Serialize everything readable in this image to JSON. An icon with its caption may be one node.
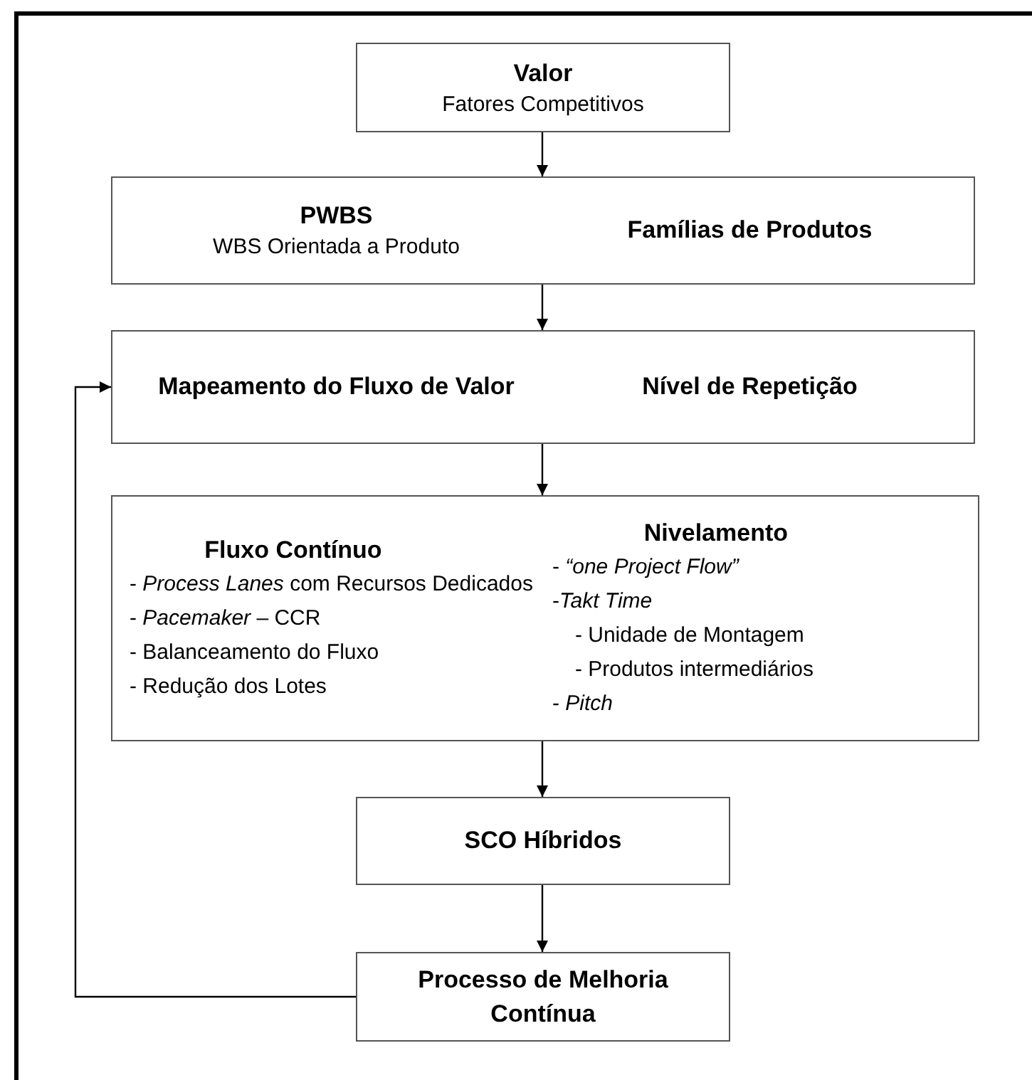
{
  "diagram": {
    "nodes": [
      {
        "text": [
          "Valor",
          "Fatores Competitivos"
        ]
      },
      {
        "text": [
          "PWBS",
          "WBS Orientada a Produto",
          "Famílias de Produtos"
        ]
      },
      {
        "text": [
          "Mapeamento do Fluxo de Valor",
          "Nível de Repetição"
        ]
      },
      {
        "text": [
          "Fluxo Contínuo",
          "- *Process Lanes* com Recursos Dedicados",
          "- *Pacemaker* – CCR",
          "- Balanceamento do Fluxo",
          "- Redução dos Lotes",
          "Nivelamento",
          "- *“one Project Flow”*",
          "-*Takt Time*",
          "- Unidade de Montagem",
          "- Produtos intermediários",
          "- *Pitch*"
        ]
      },
      {
        "text": [
          "SCO Híbridos"
        ]
      },
      {
        "text": [
          "Processo de Melhoria Contínua"
        ]
      }
    ],
    "edges": [
      {
        "from": 0,
        "to": 1,
        "arrow": "to"
      },
      {
        "from": 1,
        "to": 2,
        "arrow": "to"
      },
      {
        "from": 2,
        "to": 3,
        "arrow": "to"
      },
      {
        "from": 3,
        "to": 4,
        "arrow": "to"
      },
      {
        "from": 4,
        "to": 5,
        "arrow": "to"
      },
      {
        "from": 5,
        "to": 2,
        "arrow": "to"
      }
    ]
  }
}
